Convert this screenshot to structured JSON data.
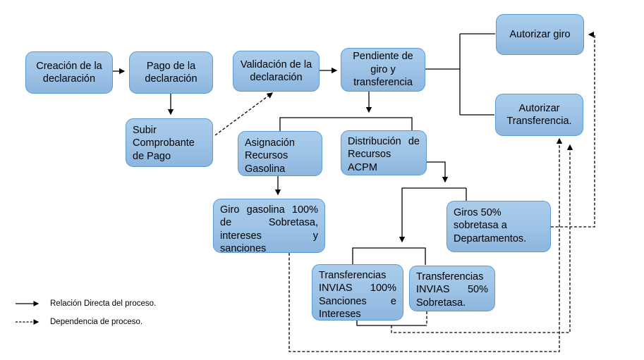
{
  "diagram": {
    "colors": {
      "node_fill": "#9CC2E5",
      "node_border": "#5B9BD5",
      "line": "#000000",
      "background": "#FFFFFF",
      "text": "#000000"
    },
    "nodes": [
      {
        "id": "creacion-declaracion",
        "label": "Creación de la declaración"
      },
      {
        "id": "pago-declaracion",
        "label": "Pago de la declaración"
      },
      {
        "id": "subir-comprobante",
        "label": "Subir Comprobante de Pago"
      },
      {
        "id": "validacion-declaracion",
        "label": "Validación de la declaración"
      },
      {
        "id": "pendiente-giro",
        "label": "Pendiente de giro y transferencia"
      },
      {
        "id": "autorizar-giro",
        "label": "Autorizar giro"
      },
      {
        "id": "autorizar-transferencia",
        "label": "Autorizar Transferencia."
      },
      {
        "id": "asignacion-gasolina",
        "label": "Asignación Recursos Gasolina"
      },
      {
        "id": "distribucion-acpm",
        "label": "Distribución de Recursos ACPM"
      },
      {
        "id": "giro-gasolina-100",
        "label": "Giro gasolina 100% de Sobretasa, intereses y sanciones"
      },
      {
        "id": "giros-50-departamentos",
        "label": "Giros 50% sobretasa a Departamentos."
      },
      {
        "id": "transferencias-invias-100",
        "label": "Transferencias INVIAS 100% Sanciones e Intereses"
      },
      {
        "id": "transferencias-invias-50",
        "label": "Transferencias INVIAS 50% Sobretasa."
      }
    ],
    "legend": {
      "items": [
        {
          "style": "solid-arrow",
          "label": "Relación Directa del proceso."
        },
        {
          "style": "dashed-arrow",
          "label": "Dependencia de proceso."
        }
      ]
    }
  }
}
